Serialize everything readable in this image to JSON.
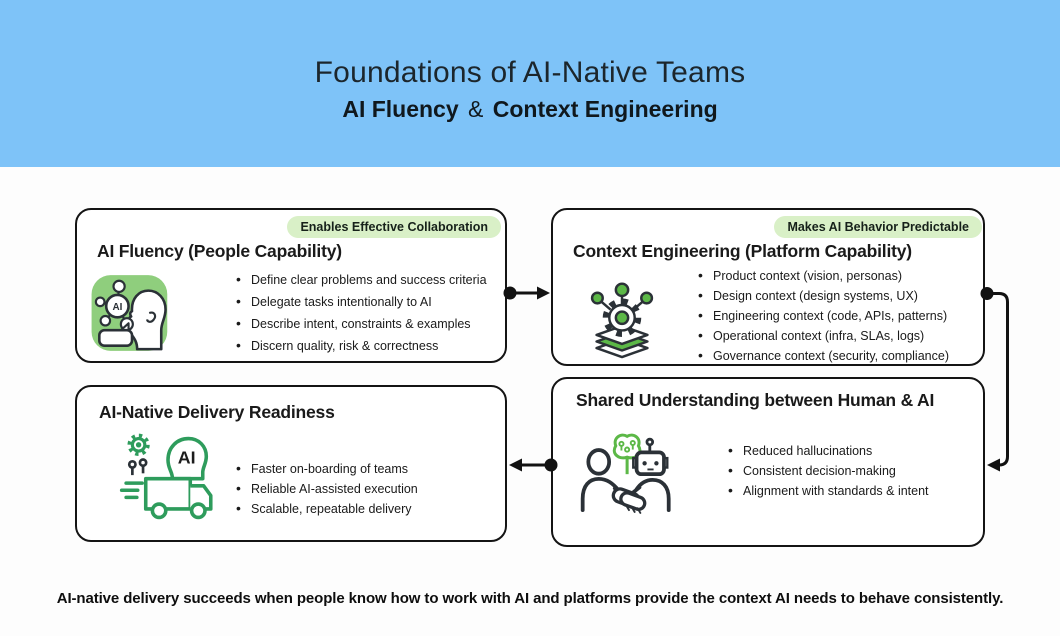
{
  "header": {
    "title": "Foundations of AI-Native Teams",
    "subtitle": {
      "left": "AI Fluency",
      "amp": "&",
      "right": "Context Engineering"
    },
    "bg_color": "#7EC3F8"
  },
  "cards": [
    {
      "badge": "Enables Effective Collaboration",
      "title": "AI Fluency (People Capability)",
      "icon": "ai-person-chat-icon",
      "icon_label": "AI",
      "bullets": [
        "Define clear problems and success criteria",
        "Delegate tasks intentionally to AI",
        "Describe intent, constraints & examples",
        "Discern quality, risk & correctness"
      ]
    },
    {
      "badge": "Makes AI Behavior Predictable",
      "title": "Context Engineering (Platform Capability)",
      "icon": "gear-stack-icon",
      "bullets": [
        "Product context (vision, personas)",
        "Design context (design systems, UX)",
        "Engineering context (code, APIs, patterns)",
        "Operational context (infra, SLAs, logs)",
        "Governance context (security, compliance)"
      ]
    },
    {
      "title": "AI-Native Delivery Readiness",
      "icon": "ai-delivery-truck-icon",
      "icon_label": "AI",
      "bullets": [
        "Faster on-boarding of teams",
        "Reliable AI-assisted execution",
        "Scalable, repeatable delivery"
      ]
    },
    {
      "title": "Shared Understanding between Human & AI",
      "icon": "human-robot-handshake-icon",
      "bullets": [
        "Reduced hallucinations",
        "Consistent decision-making",
        "Alignment with standards & intent"
      ]
    }
  ],
  "footer": {
    "text": "AI-native delivery succeeds when people know how to work with AI and platforms provide the context AI needs to behave consistently."
  },
  "colors": {
    "header_bg": "#7EC3F8",
    "badge_bg": "#D9F0C7",
    "icon_square_green": "#8FCE7D",
    "icon_stroke_green": "#2E9C5C",
    "node_green": "#5CB847",
    "outline_dark": "#141414",
    "text": "#1A1A1A"
  }
}
